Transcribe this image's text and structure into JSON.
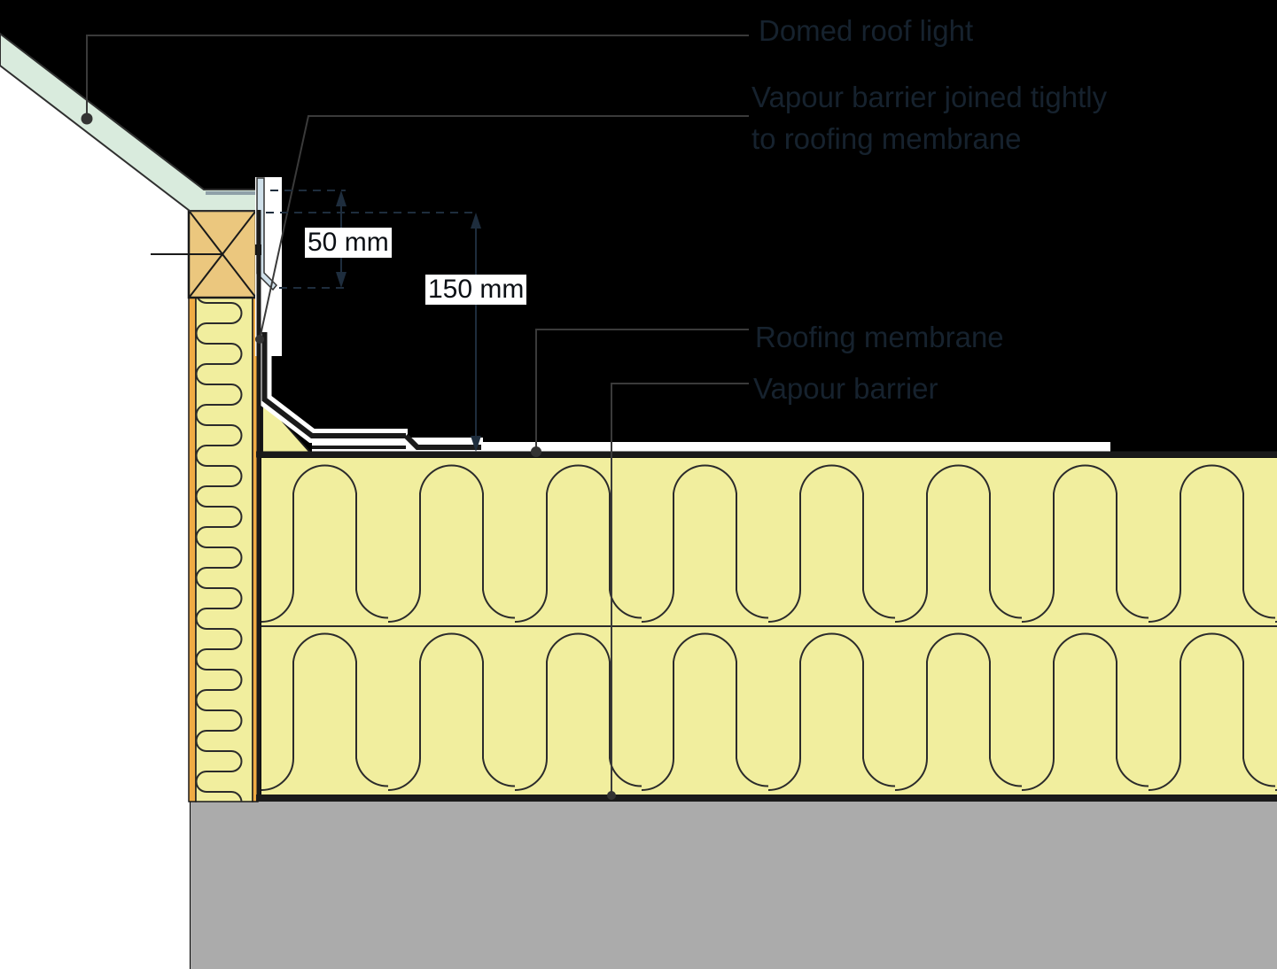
{
  "diagram": {
    "type": "construction-detail-section",
    "subject": "Domed roof light upstand / kerb detail at flat roof",
    "labels": {
      "domed_roof_light": "Domed roof light",
      "vapour_barrier_joined": {
        "line1": "Vapour barrier joined tightly",
        "line2": "to roofing membrane"
      },
      "roofing_membrane": "Roofing membrane",
      "vapour_barrier": "Vapour barrier"
    },
    "dimensions": {
      "flashing_lap": "50 mm",
      "upstand_height": "150 mm"
    },
    "materials": {
      "glazing_fill": "#d9ebdd",
      "flashing_fill": "#cfe0ea",
      "timber_fill": "#ebc77e",
      "board_strip_fill": "#f0ac44",
      "insulation_fill": "#f1ee9e",
      "concrete_fill": "#ababab",
      "membrane_line": "#1a1a1a",
      "pattern_line": "#2b2b2b",
      "label_text": "#16222e",
      "dimension_line": "#1e2d3d",
      "leader_line": "#3a3a3a",
      "dimension_text": "#0b0f14"
    }
  }
}
